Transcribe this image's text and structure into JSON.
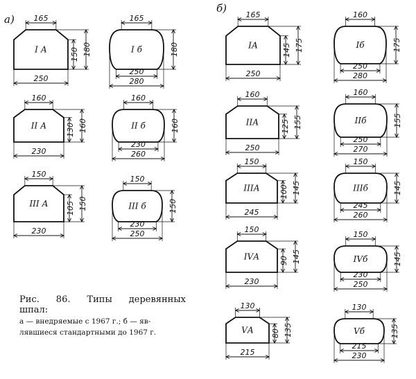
{
  "panels": {
    "a": "а)",
    "b": "б)"
  },
  "caption": {
    "title_line1": "Рис.  86.  Типы  деревянных",
    "title_line2": "шпал:",
    "text_line1": "а — внедряемые с 1967 г.; б — яв-",
    "text_line2": "лявшиеся стандартными до 1967 г."
  },
  "sleepers": [
    {
      "id": "ia-a",
      "panel": "a",
      "name": "I А",
      "shape": "A",
      "top": "165",
      "bottom": "250",
      "side_inner": "150",
      "side_outer": "180"
    },
    {
      "id": "ib-a",
      "panel": "a",
      "name": "I б",
      "shape": "B",
      "top": "165",
      "bottom": "250",
      "bottom2": "280",
      "side_outer": "180"
    },
    {
      "id": "iia-a",
      "panel": "a",
      "name": "II А",
      "shape": "A",
      "top": "160",
      "bottom": "230",
      "side_inner": "130",
      "side_outer": "160"
    },
    {
      "id": "iib-a",
      "panel": "a",
      "name": "II б",
      "shape": "B",
      "top": "160",
      "bottom": "230",
      "bottom2": "260",
      "side_outer": "160"
    },
    {
      "id": "iiia-a",
      "panel": "a",
      "name": "III А",
      "shape": "A",
      "top": "150",
      "bottom": "230",
      "side_inner": "105",
      "side_outer": "150"
    },
    {
      "id": "iiib-a",
      "panel": "a",
      "name": "III б",
      "shape": "B",
      "top": "150",
      "bottom": "230",
      "bottom2": "250",
      "side_outer": "150"
    },
    {
      "id": "ia-b",
      "panel": "b",
      "name": "IА",
      "shape": "A",
      "top": "165",
      "bottom": "250",
      "side_inner": "145",
      "side_outer": "175"
    },
    {
      "id": "ib-b",
      "panel": "b",
      "name": "Iб",
      "shape": "B",
      "top": "160",
      "bottom": "250",
      "bottom2": "280",
      "side_outer": "175"
    },
    {
      "id": "iia-b",
      "panel": "b",
      "name": "IIА",
      "shape": "A",
      "top": "160",
      "bottom": "250",
      "side_inner": "125",
      "side_outer": "155"
    },
    {
      "id": "iib-b",
      "panel": "b",
      "name": "IIб",
      "shape": "B",
      "top": "160",
      "bottom": "250",
      "bottom2": "270",
      "side_outer": "155"
    },
    {
      "id": "iiia-b",
      "panel": "b",
      "name": "IIIА",
      "shape": "A",
      "top": "150",
      "bottom": "245",
      "side_inner": "100",
      "side_outer": "145"
    },
    {
      "id": "iiib-b",
      "panel": "b",
      "name": "IIIб",
      "shape": "B",
      "top": "150",
      "bottom": "245",
      "bottom2": "260",
      "side_outer": "145"
    },
    {
      "id": "iva-b",
      "panel": "b",
      "name": "IVА",
      "shape": "A",
      "top": "150",
      "bottom": "230",
      "side_inner": "90",
      "side_outer": "145"
    },
    {
      "id": "ivb-b",
      "panel": "b",
      "name": "IVб",
      "shape": "B",
      "top": "150",
      "bottom": "230",
      "bottom2": "250",
      "side_outer": "145"
    },
    {
      "id": "va-b",
      "panel": "b",
      "name": "VА",
      "shape": "A",
      "top": "130",
      "bottom": "215",
      "side_inner": "80",
      "side_outer": "135"
    },
    {
      "id": "vb-b",
      "panel": "b",
      "name": "Vб",
      "shape": "B",
      "top": "130",
      "bottom": "215",
      "bottom2": "230",
      "side_outer": "135"
    }
  ]
}
